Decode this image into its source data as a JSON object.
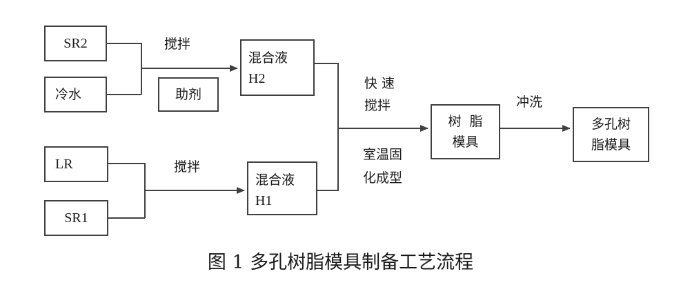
{
  "nodes": {
    "sr2": "SR2",
    "cold_water": "冷水",
    "additive": "助剂",
    "mix_h2_line1": "混合液",
    "mix_h2_line2": "H2",
    "lr": "LR",
    "sr1": "SR1",
    "mix_h1_line1": "混合液",
    "mix_h1_line2": "H1",
    "resin_mold_line1": "树  脂",
    "resin_mold_line2": "模具",
    "porous_mold_line1": "多孔树",
    "porous_mold_line2": "脂模具"
  },
  "edges": {
    "stir_top": "搅拌",
    "stir_bottom": "搅拌",
    "fast_stir_line1": "快 速",
    "fast_stir_line2": "搅拌",
    "cure_line1": "室温固",
    "cure_line2": "化成型",
    "rinse": "冲洗"
  },
  "caption": "图 1 多孔树脂模具制备工艺流程",
  "colors": {
    "line": "#404040",
    "text": "#1a1a1a"
  }
}
